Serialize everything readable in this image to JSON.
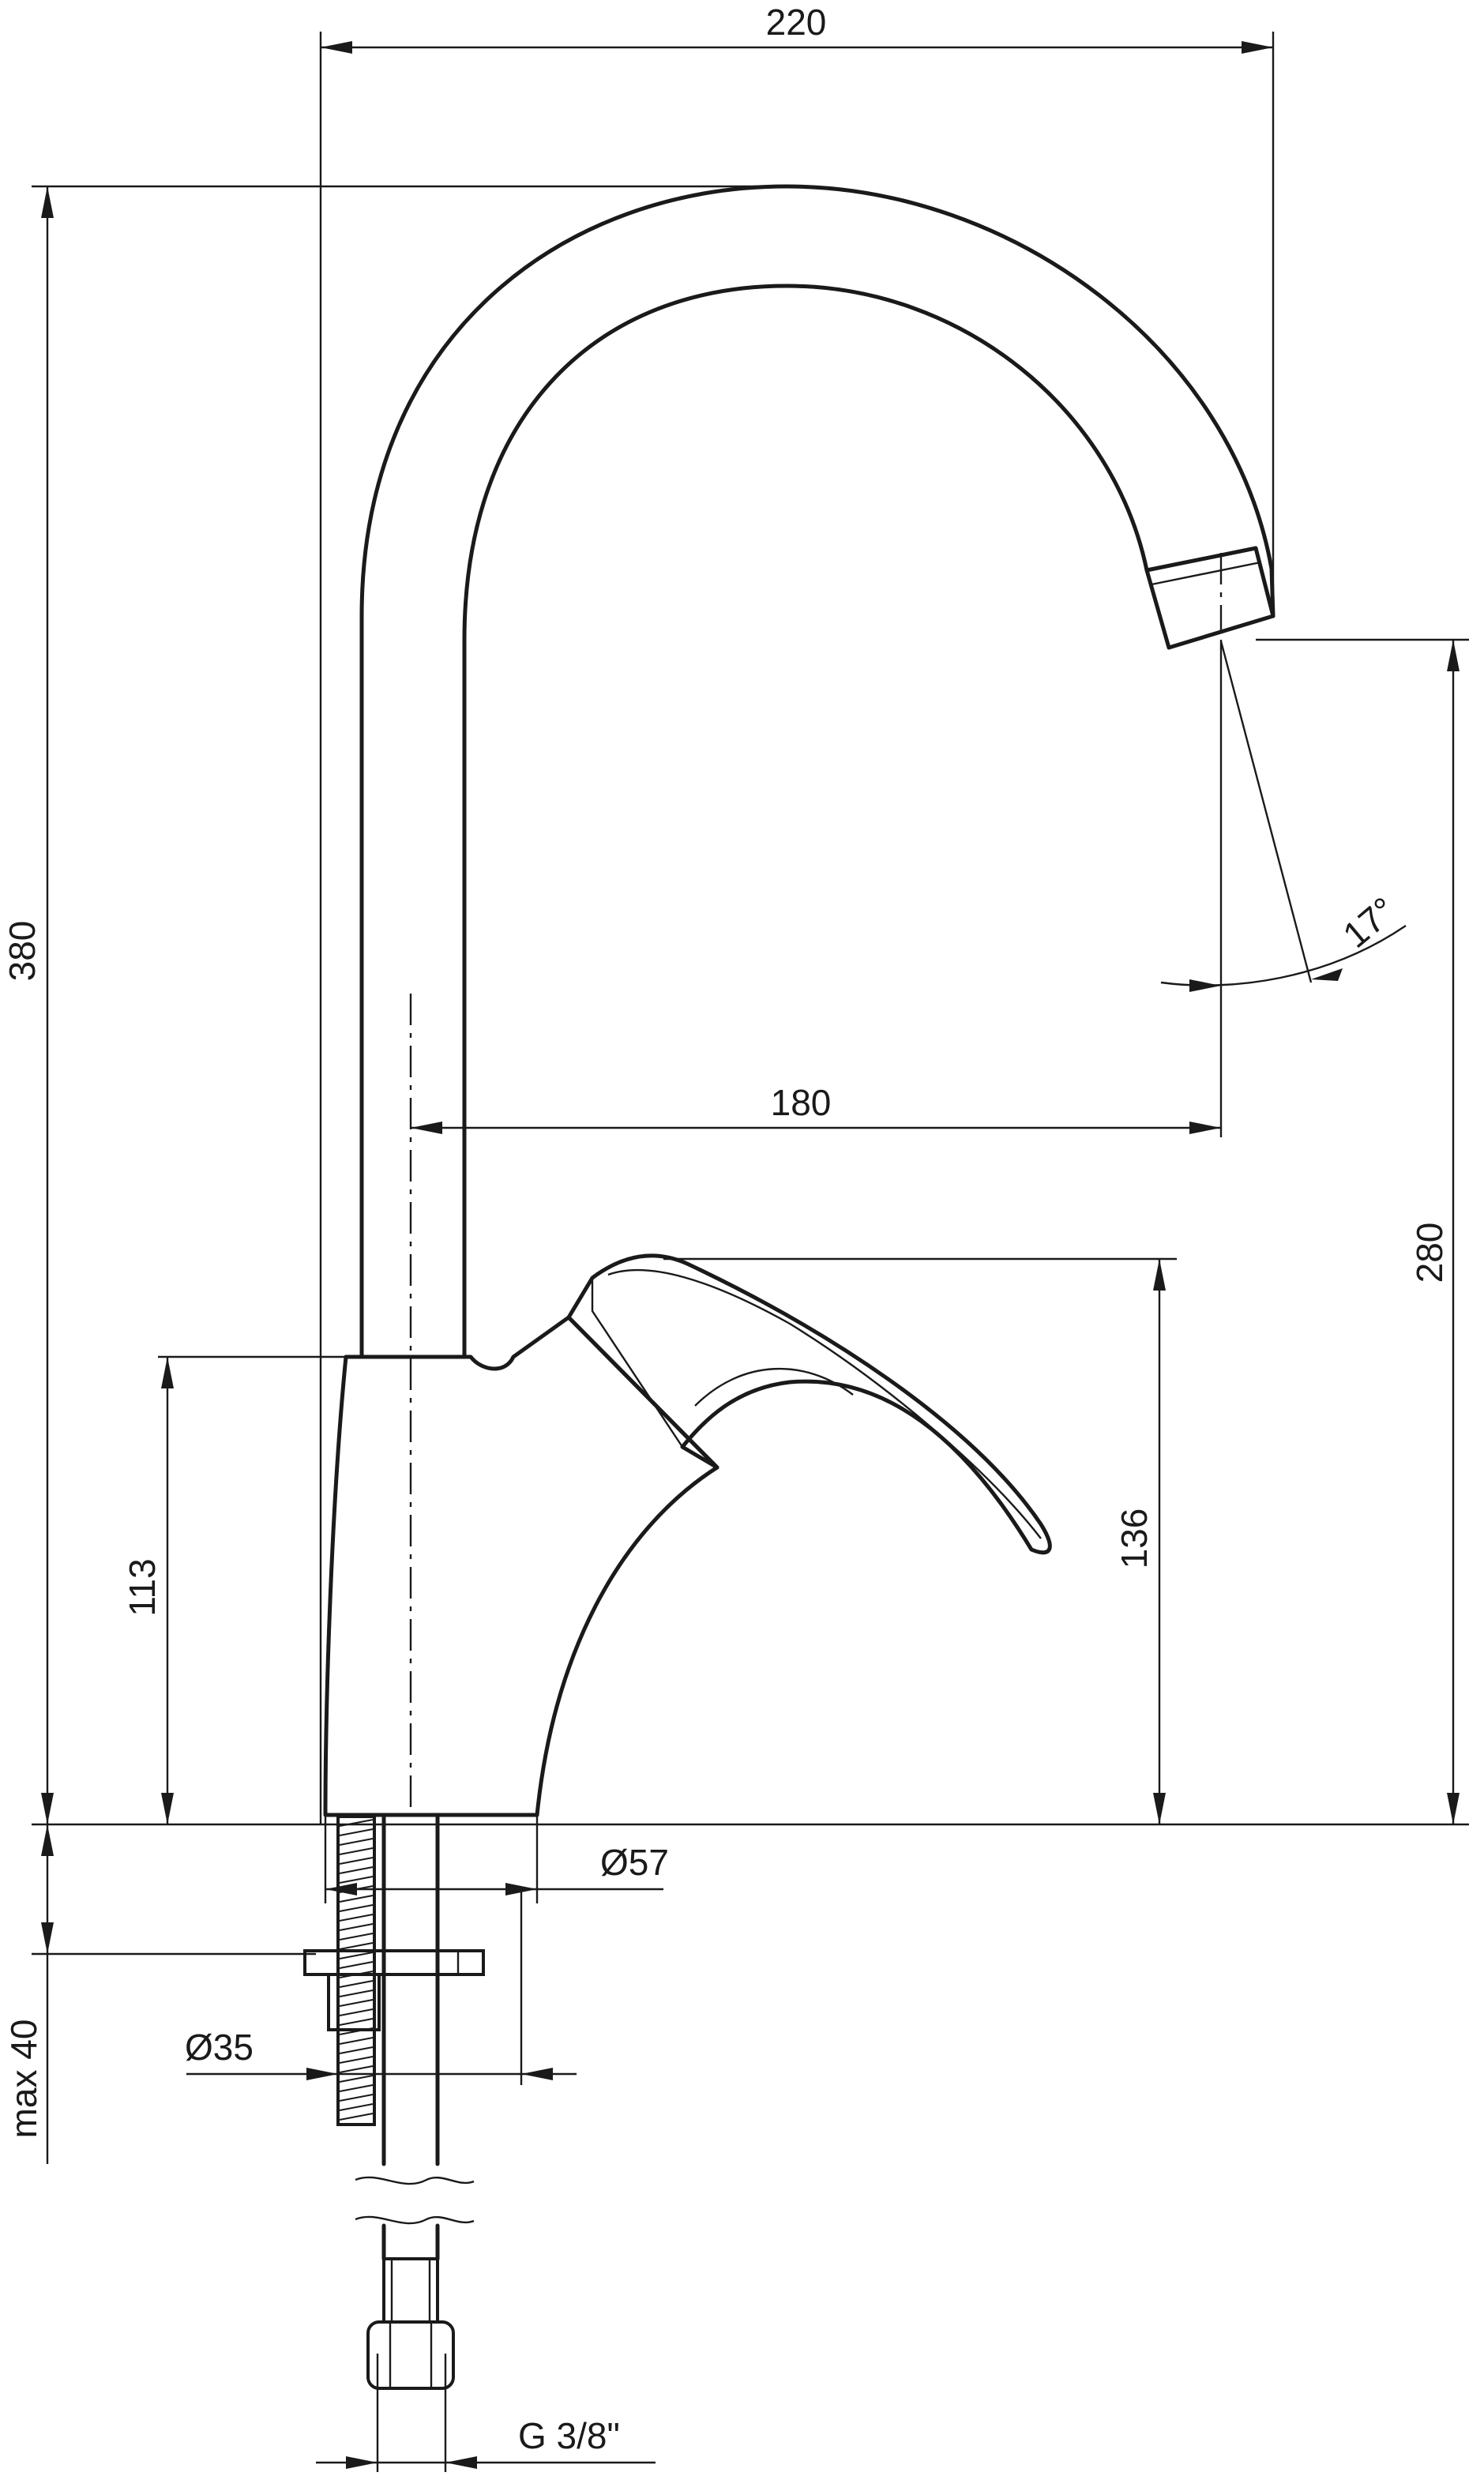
{
  "dimensions": {
    "width_top": "220",
    "height_total": "380",
    "spout_reach": "180",
    "spout_angle": "17°",
    "outlet_height": "280",
    "lever_height": "136",
    "body_height": "113",
    "base_diameter": "Ø57",
    "hole_diameter": "Ø35",
    "deck_thickness": "max 40",
    "connection_thread": "G 3/8\""
  }
}
